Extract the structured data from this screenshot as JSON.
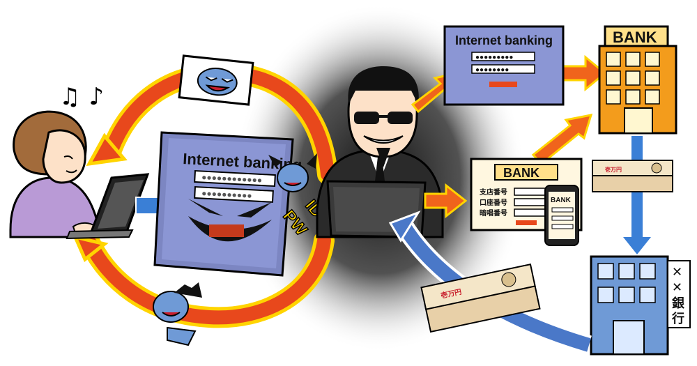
{
  "phishing_screen": {
    "title": "Internet banking",
    "id_field": "●●●●●●●●●",
    "pw_field": "●●●●●●●●"
  },
  "fake_screen": {
    "title": "Internet banking",
    "id_field": "●●●●●●●●●●●●",
    "pw_field": "●●●●●●●●●●"
  },
  "credential_tags": {
    "id": "ID",
    "pw": "PW"
  },
  "bank_building": {
    "sign": "BANK"
  },
  "bank_form": {
    "title": "BANK",
    "fields": [
      "支店番号",
      "口座番号",
      "暗唱番号"
    ]
  },
  "phone": {
    "title": "BANK"
  },
  "other_bank": {
    "sign": [
      "✕",
      "✕",
      "銀",
      "行"
    ]
  },
  "banknote": {
    "label": "壱万円"
  },
  "music": {
    "notes": "♫ ♪"
  }
}
